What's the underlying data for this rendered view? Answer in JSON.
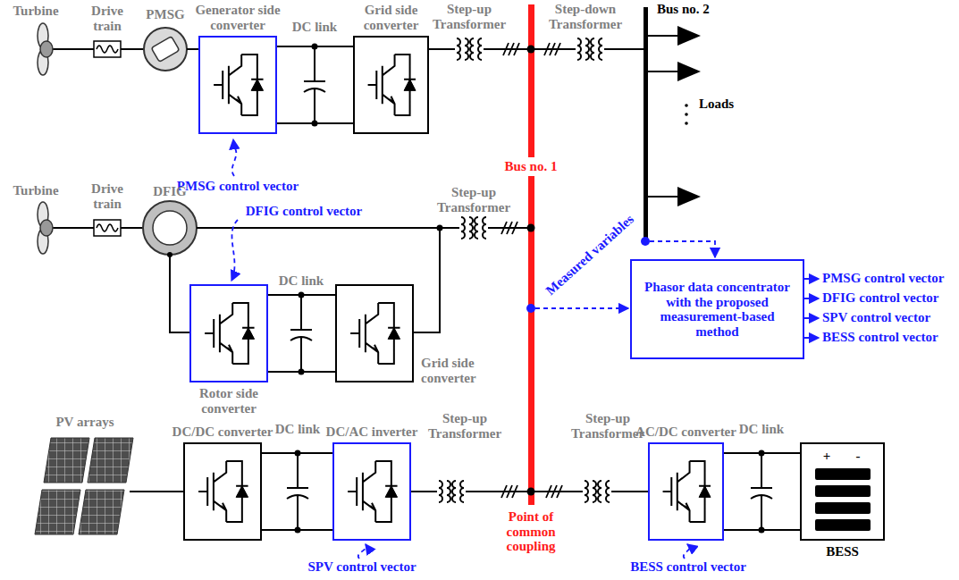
{
  "diagram": {
    "nodes": [
      {
        "text": [
          "Generator side converter"
        ]
      },
      {
        "text": [
          "Grid side converter"
        ]
      },
      {
        "text": [
          "Rotor side converter"
        ]
      },
      {
        "text": [
          "Grid side converter"
        ]
      },
      {
        "text": [
          "Phasor data concentrator with the proposed measurement-based method"
        ]
      },
      {
        "text": [
          "DC/DC converter"
        ]
      },
      {
        "text": [
          "DC/AC inverter"
        ]
      },
      {
        "text": [
          "AC/DC converter"
        ]
      },
      {
        "text": [
          "BESS"
        ]
      }
    ],
    "edges": [
      {
        "from": 0,
        "to": 1,
        "arrow": "none"
      },
      {
        "from": 2,
        "to": 3,
        "arrow": "none"
      },
      {
        "from": 5,
        "to": 6,
        "arrow": "none"
      },
      {
        "from": 7,
        "to": 8,
        "arrow": "none"
      }
    ],
    "labels": [
      "Turbine",
      "Drive train",
      "PMSG",
      "DC link",
      "Step-up Transformer",
      "Step-down Transformer",
      "Bus no. 2",
      "Loads",
      "PMSG control vector",
      "Bus no. 1",
      "Turbine",
      "Drive train",
      "DFIG",
      "Step-up Transformer",
      "DFIG control vector",
      "DC link",
      "Measured variables",
      "PMSG control vector",
      "DFIG control vector",
      "SPV control vector",
      "BESS control vector",
      "PV arrays",
      "DC link",
      "Step-up Transformer",
      "Step-up Transformer",
      "SPV control vector",
      "Point of common coupling",
      "DC link",
      "BESS control vector",
      "+",
      "-"
    ]
  }
}
